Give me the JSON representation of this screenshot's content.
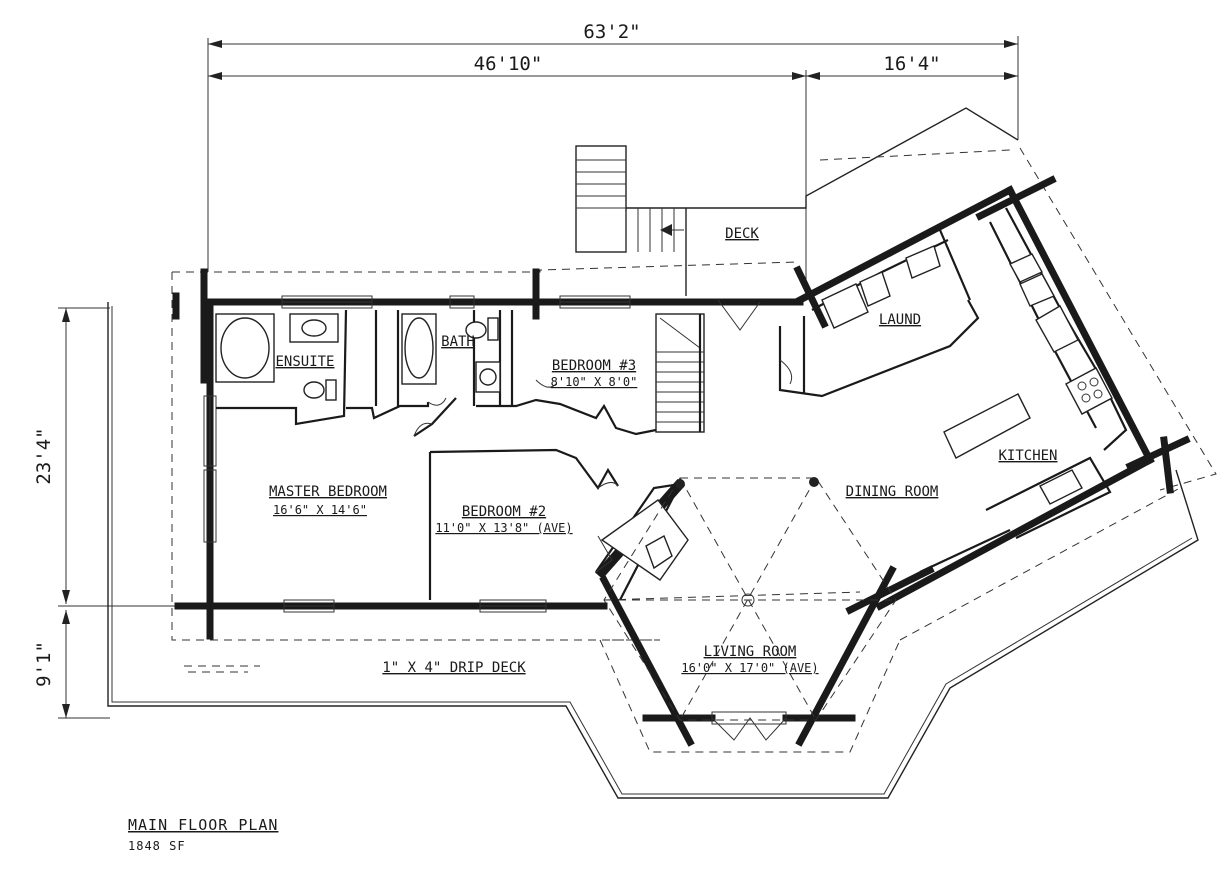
{
  "dimensions": {
    "overall_width": "63'2\"",
    "left_width": "46'10\"",
    "right_width": "16'4\"",
    "depth_main": "23'4\"",
    "depth_deck": "9'1\""
  },
  "rooms": {
    "ensuite": {
      "label": "ENSUITE"
    },
    "bath": {
      "label": "BATH"
    },
    "bedroom3": {
      "label": "BEDROOM #3",
      "size": "8'10\" X 8'0\""
    },
    "laund": {
      "label": "LAUND"
    },
    "deck": {
      "label": "DECK"
    },
    "kitchen": {
      "label": "KITCHEN"
    },
    "master": {
      "label": "MASTER BEDROOM",
      "size": "16'6\" X 14'6\""
    },
    "bedroom2": {
      "label": "BEDROOM #2",
      "size": "11'0\" X 13'8\" (AVE)"
    },
    "dining": {
      "label": "DINING ROOM"
    },
    "living": {
      "label": "LIVING ROOM",
      "size": "16'0\" X 17'0\" (AVE)"
    },
    "drip_deck": {
      "label": "1\" X 4\" DRIP DECK"
    }
  },
  "plan_title": "MAIN FLOOR PLAN",
  "plan_area": "1848 SF"
}
